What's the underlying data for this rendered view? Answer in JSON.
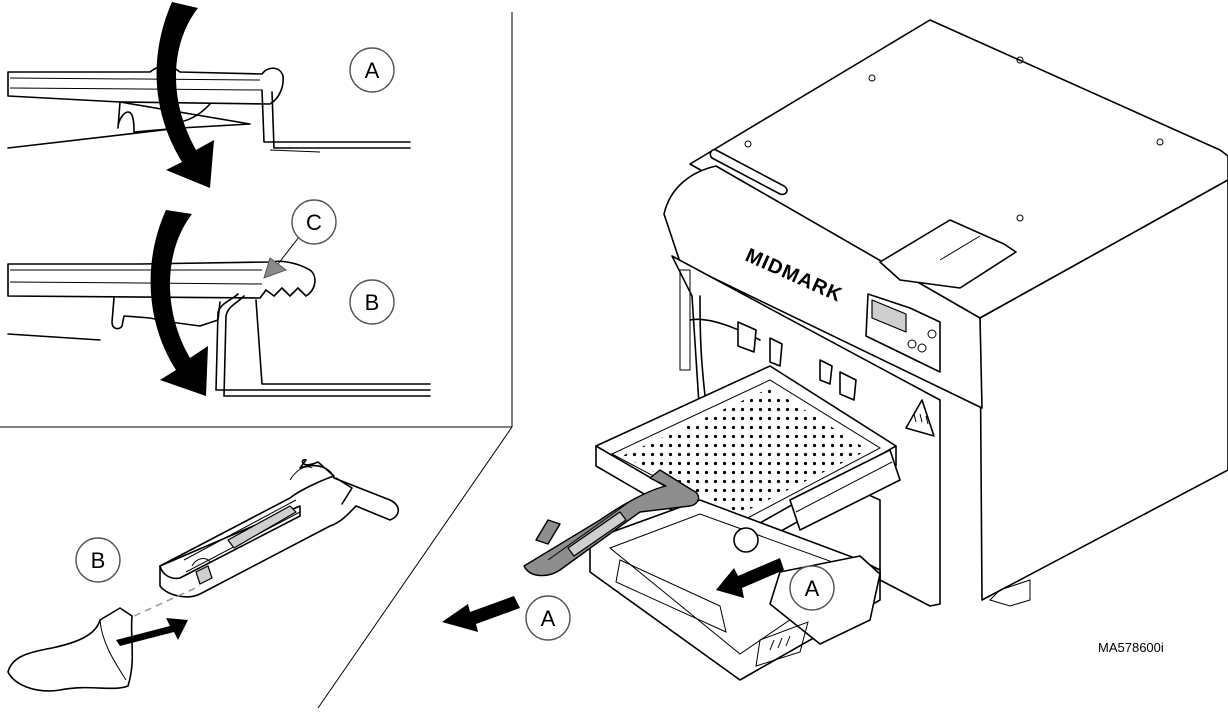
{
  "callouts": {
    "detail_top_a": "A",
    "detail_mid_c": "C",
    "detail_mid_b": "B",
    "detail_bottom_b": "B",
    "front_a": "A",
    "tray_a": "A"
  },
  "brand": "MIDMARK",
  "figure_id": "MA578600i",
  "colors": {
    "line": "#000000",
    "handle_grey": "#8e8e8e",
    "callout_ring": "#555555"
  }
}
